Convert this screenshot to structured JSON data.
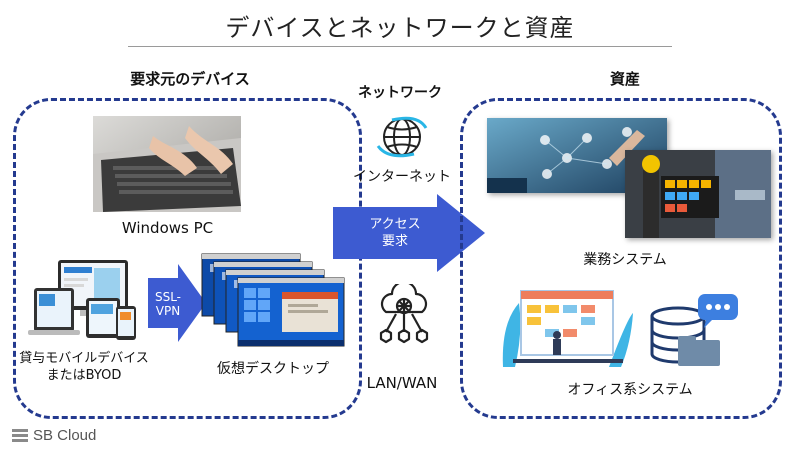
{
  "title": "デバイスとネットワークと資産",
  "left_group": {
    "heading": "要求元のデバイス",
    "windows_pc_label": "Windows PC",
    "mobile_label_line1": "貸与モバイルデバイス",
    "mobile_label_line2": "またはBYOD",
    "ssl_vpn_line1": "SSL-",
    "ssl_vpn_line2": "VPN",
    "vdi_label": "仮想デスクトップ"
  },
  "middle": {
    "heading": "ネットワーク",
    "internet_label": "インターネット",
    "arrow_line1": "アクセス",
    "arrow_line2": "要求",
    "lan_wan_label": "LAN/WAN"
  },
  "right_group": {
    "heading": "資産",
    "business_label": "業務システム",
    "office_label": "オフィス系システム"
  },
  "footer": {
    "logo_text": "SB Cloud"
  },
  "colors": {
    "accent": "#3a56c8",
    "dashed_border": "#243a8f",
    "arrow": "#3d5bd1"
  },
  "icons": {
    "internet": "globe-icon",
    "lan": "network-hub-icon",
    "office": "database-chat-icon"
  }
}
